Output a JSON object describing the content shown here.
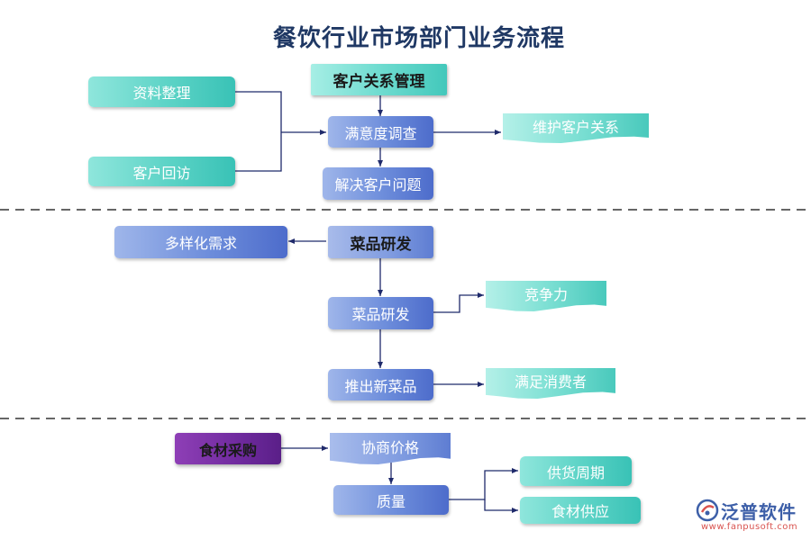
{
  "title": "餐饮行业市场部门业务流程",
  "sections": {
    "customer": {
      "head": "客户关系管理",
      "left_top": "资料整理",
      "left_bottom": "客户回访",
      "center_1": "满意度调查",
      "center_2": "解决客户问题",
      "right": "维护客户关系"
    },
    "dish": {
      "head": "菜品研发",
      "left": "多样化需求",
      "center_1": "菜品研发",
      "center_2": "推出新菜品",
      "right_1": "竞争力",
      "right_2": "满足消费者"
    },
    "purchase": {
      "head": "食材采购",
      "step_1": "协商价格",
      "step_2": "质量",
      "right_1": "供货周期",
      "right_2": "食材供应"
    }
  },
  "logo": {
    "name": "泛普软件",
    "url": "www.fanpusoft.com"
  },
  "colors": {
    "title": "#1f3864",
    "teal": "#5cd3c6",
    "blue": "#6d8ddb",
    "purple": "#6f2a9e",
    "connector": "#1f2a6b",
    "divider": "#666666"
  }
}
